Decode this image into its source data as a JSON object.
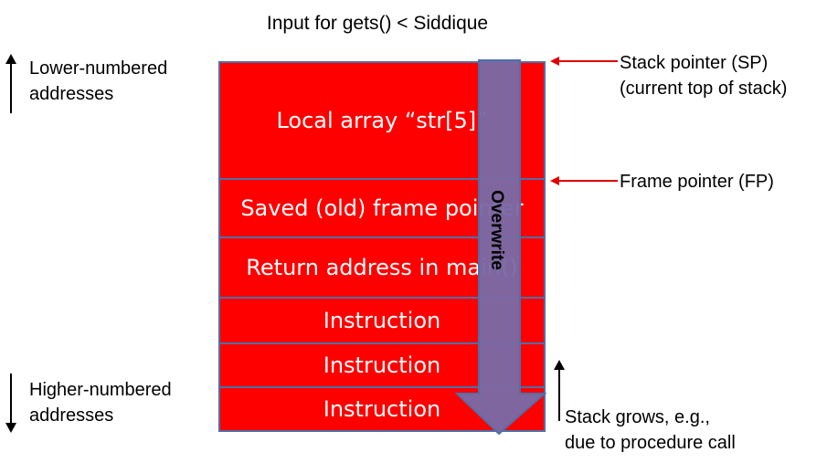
{
  "title": "Input for gets() < Siddique",
  "left_labels": {
    "lower": [
      "Lower-numbered",
      "addresses"
    ],
    "higher": [
      "Higher-numbered",
      "addresses"
    ]
  },
  "stack_frames": [
    "Local array “str[5]”",
    "Saved (old) frame pointer",
    "Return address in main()",
    "Instruction",
    "Instruction",
    "Instruction"
  ],
  "overwrite_label": "Overwrite",
  "right_labels": {
    "sp": [
      "Stack pointer (SP)",
      "(current top of stack)"
    ],
    "fp": "Frame pointer (FP)",
    "grows": [
      "Stack grows, e.g.,",
      "due to procedure call"
    ]
  },
  "colors": {
    "frame_fill": "#ff0000",
    "frame_border": "#4f6fa8",
    "overwrite_arrow": "#7a6aa4",
    "pointer_arrow": "#e00000"
  }
}
